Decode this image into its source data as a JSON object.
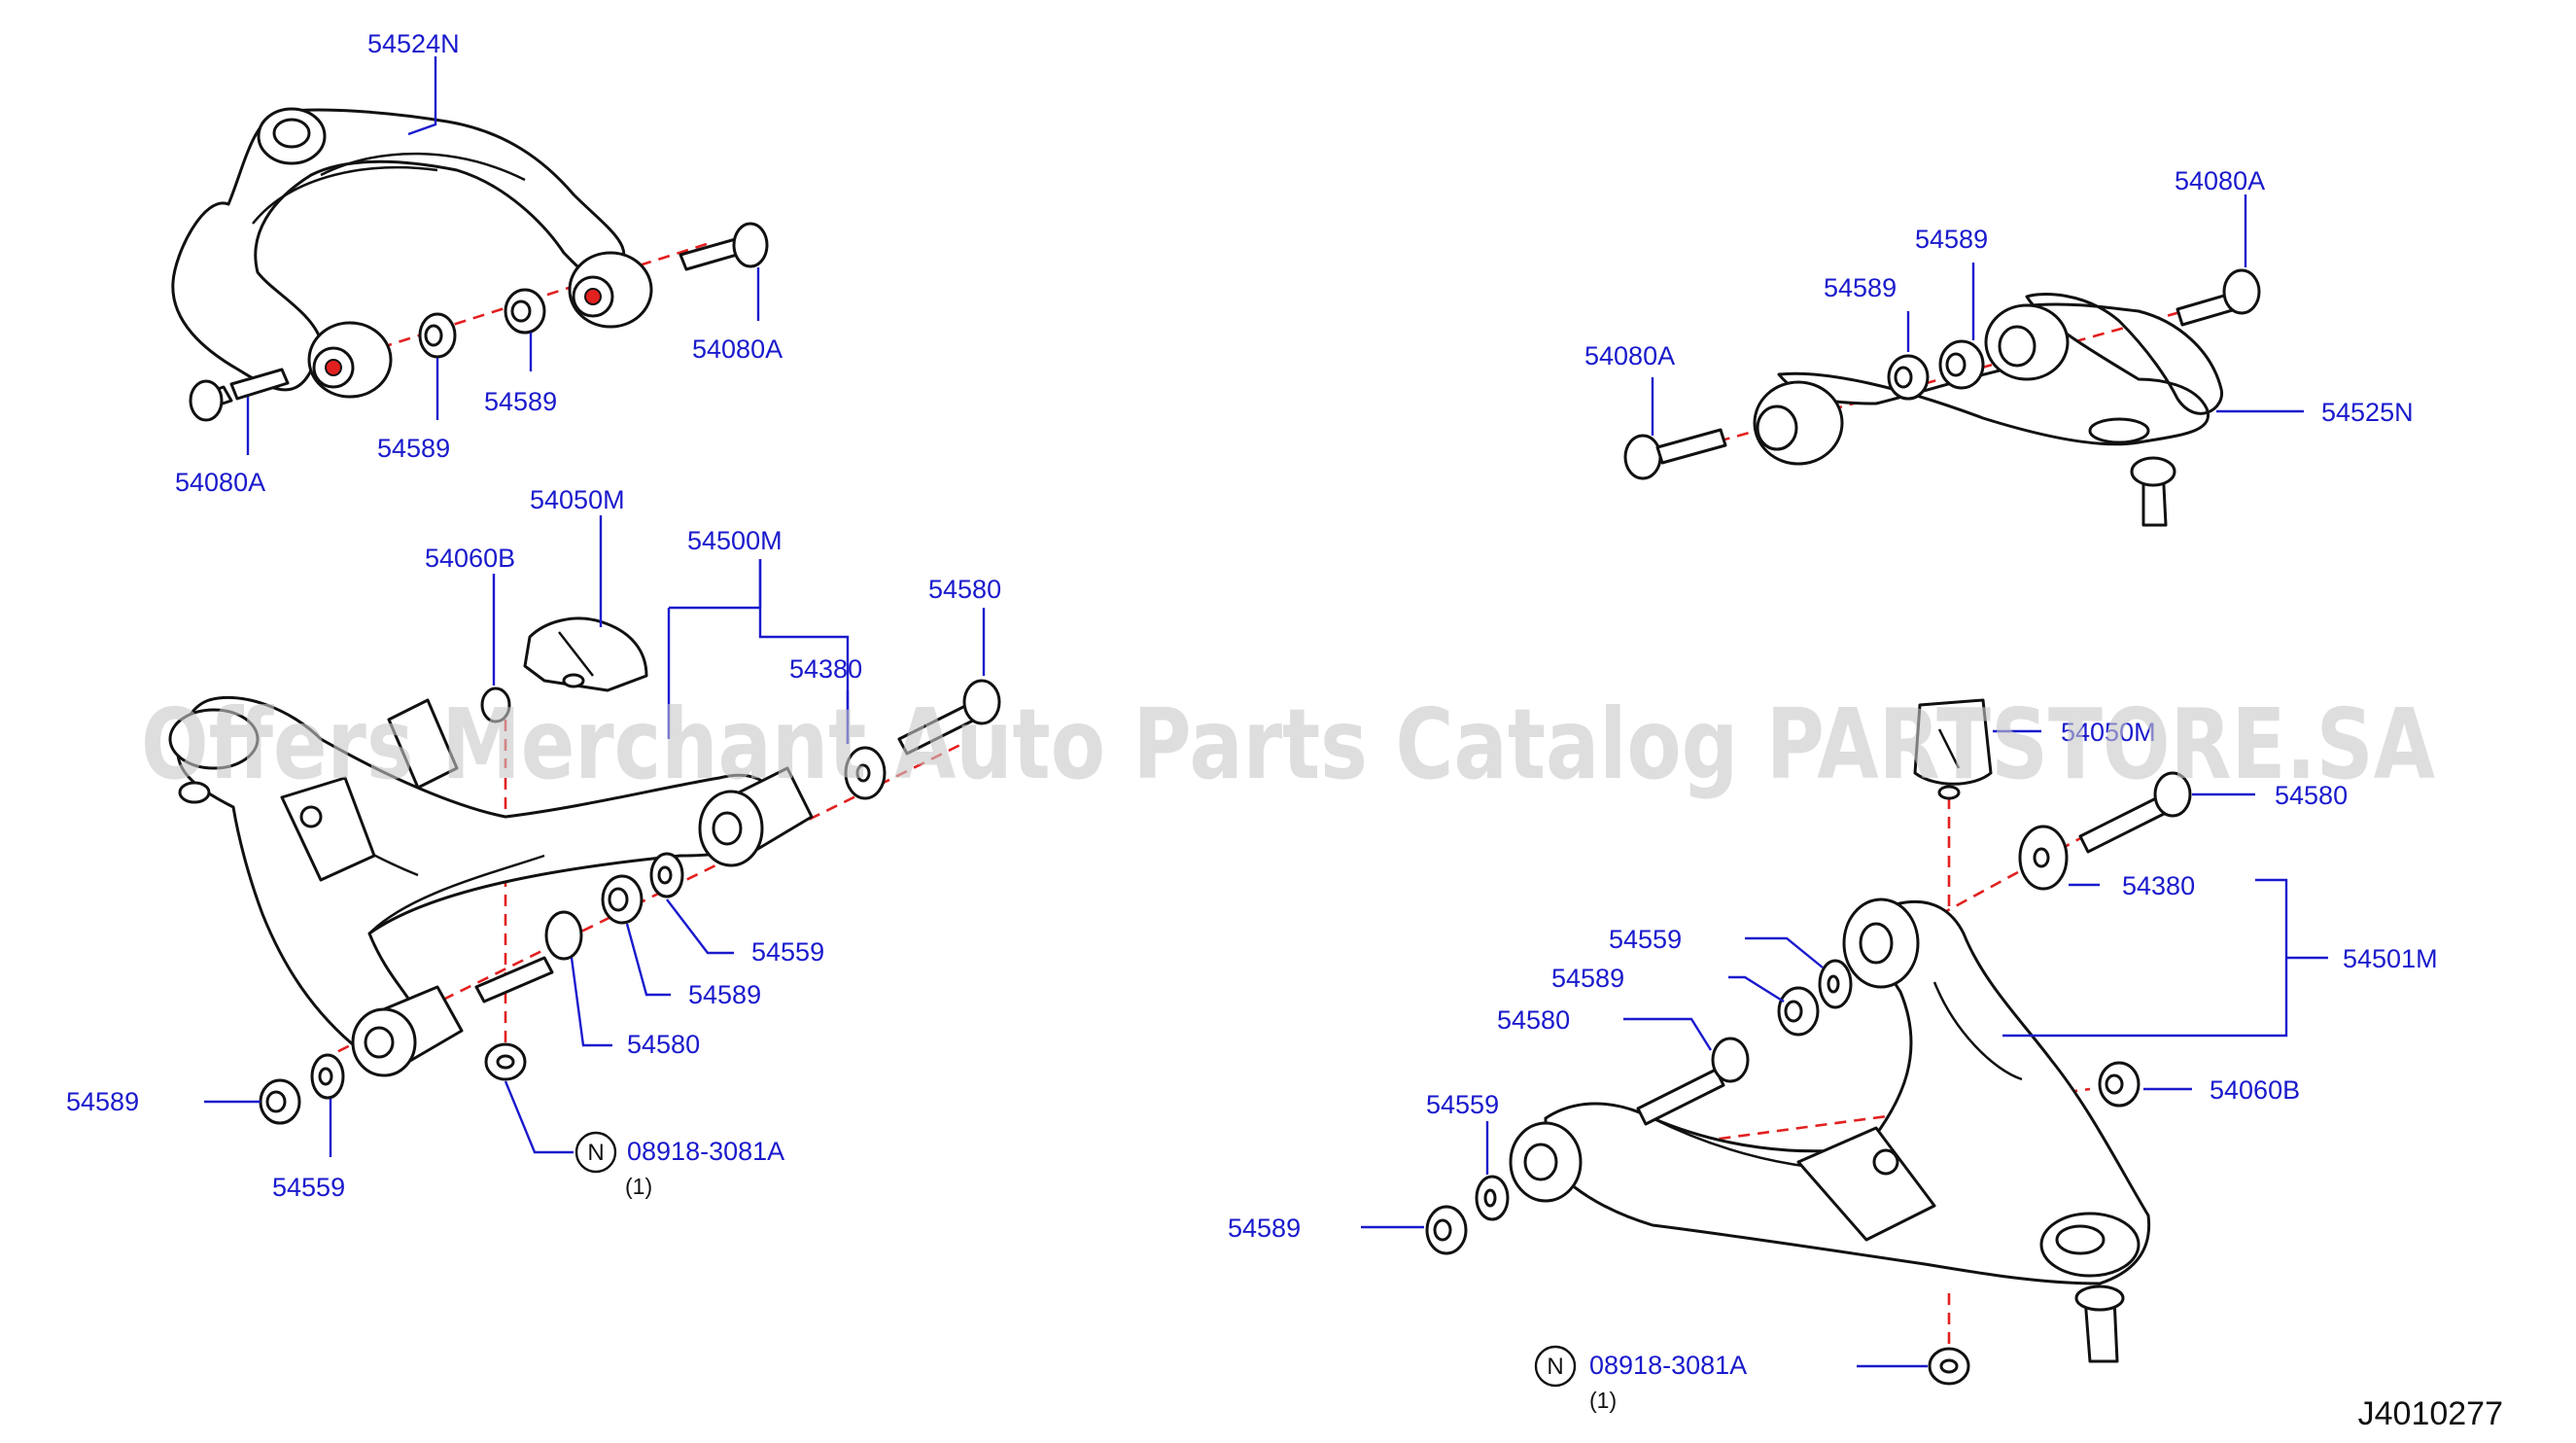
{
  "labels": {
    "ua_left_arm": "54524N",
    "ua_left_bolt_rear": "54080A",
    "ua_left_bolt_front": "54080A",
    "ua_left_nut_a": "54589",
    "ua_left_nut_b": "54589",
    "ua_right_arm": "54525N",
    "ua_right_bolt_a": "54080A",
    "ua_right_bolt_b": "54080A",
    "ua_right_nut_a": "54589",
    "ua_right_nut_b": "54589",
    "la_left_bumper": "54050M",
    "la_left_nut": "54060B",
    "la_left_arm": "54500M",
    "la_left_washer_top": "54380",
    "la_left_bolt_top": "54580",
    "la_left_washer_mid": "54559",
    "la_left_nut_mid": "54589",
    "la_left_bolt_mid": "54580",
    "la_left_nut_low": "54589",
    "la_left_washer_low": "54559",
    "la_left_special_nut": "08918-3081A",
    "la_left_special_qty": "(1)",
    "la_right_bumper": "54050M",
    "la_right_bolt_top": "54580",
    "la_right_washer_top": "54380",
    "la_right_arm": "54501M",
    "la_right_washer_a": "54559",
    "la_right_nut_a": "54589",
    "la_right_bolt_mid": "54580",
    "la_right_nut_b": "54060B",
    "la_right_washer_b": "54559",
    "la_right_nut_c": "54589",
    "la_right_special_nut": "08918-3081A",
    "la_right_special_qty": "(1)"
  },
  "standard_part_marker": "N",
  "diagram_code": "J4010277",
  "watermark": "Offers Merchant Auto Parts Catalog PARTSTORE.SA",
  "colors": {
    "label_text": "#1a1acd",
    "leader_line": "#1a1acd",
    "centerline": "#e32020",
    "outline": "#111111",
    "watermark": "#c8c8c8"
  }
}
